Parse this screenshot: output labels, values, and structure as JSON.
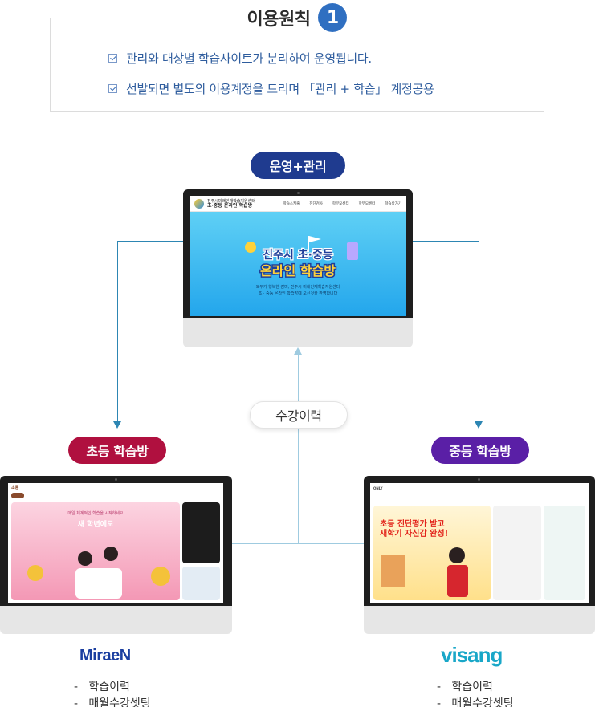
{
  "principle": {
    "title": "이용원칙",
    "number": "1",
    "items": [
      "관리와 대상별 학습사이트가 분리하여 운영됩니다.",
      "선발되면 별도의 이용계정을 드리며 「관리 + 학습」 계정공용"
    ]
  },
  "nodes": {
    "center": {
      "label": "운영+관리"
    },
    "left": {
      "label": "초등 학습방"
    },
    "right": {
      "label": "중등 학습방"
    },
    "history": {
      "label": "수강이력"
    }
  },
  "center_screen": {
    "site_name": "초·중등 온라인 학습방",
    "site_org": "진주시미래인재학습지원센터",
    "menu": [
      "학습스케줄",
      "진단검사",
      "학부모센터",
      "학부모센터",
      "학습방가기"
    ],
    "hero_title_line1": "진주시 초·중등",
    "hero_title_line2": "온라인 학습방",
    "hero_sub1": "모두가 행복한 감미, 진주시 미래인재학습지원센터",
    "hero_sub2": "초 · 중등 온라인 학습방에 오신것을 환영합니다"
  },
  "left_screen": {
    "logo": "초등",
    "hero_top": "매일 체계적인 학습을 시작하세요",
    "hero_title": "새 학년에도"
  },
  "right_screen": {
    "logo": "ONLY",
    "hero_line1": "초등 진단평가 받고",
    "hero_line2": "새학기 자신감 완성!"
  },
  "brands": {
    "left": "MiraeN",
    "right": "visang"
  },
  "bullets": {
    "left": [
      "-   학습이력",
      "-   매월수강셋팅"
    ],
    "right": [
      "-   학습이력",
      "-   매월수강셋팅"
    ]
  },
  "colors": {
    "navy": "#1f3b8f",
    "red": "#b0103f",
    "purple": "#5a1fa6",
    "line": "#2d86b3",
    "blue_badge": "#2f6fc1"
  }
}
